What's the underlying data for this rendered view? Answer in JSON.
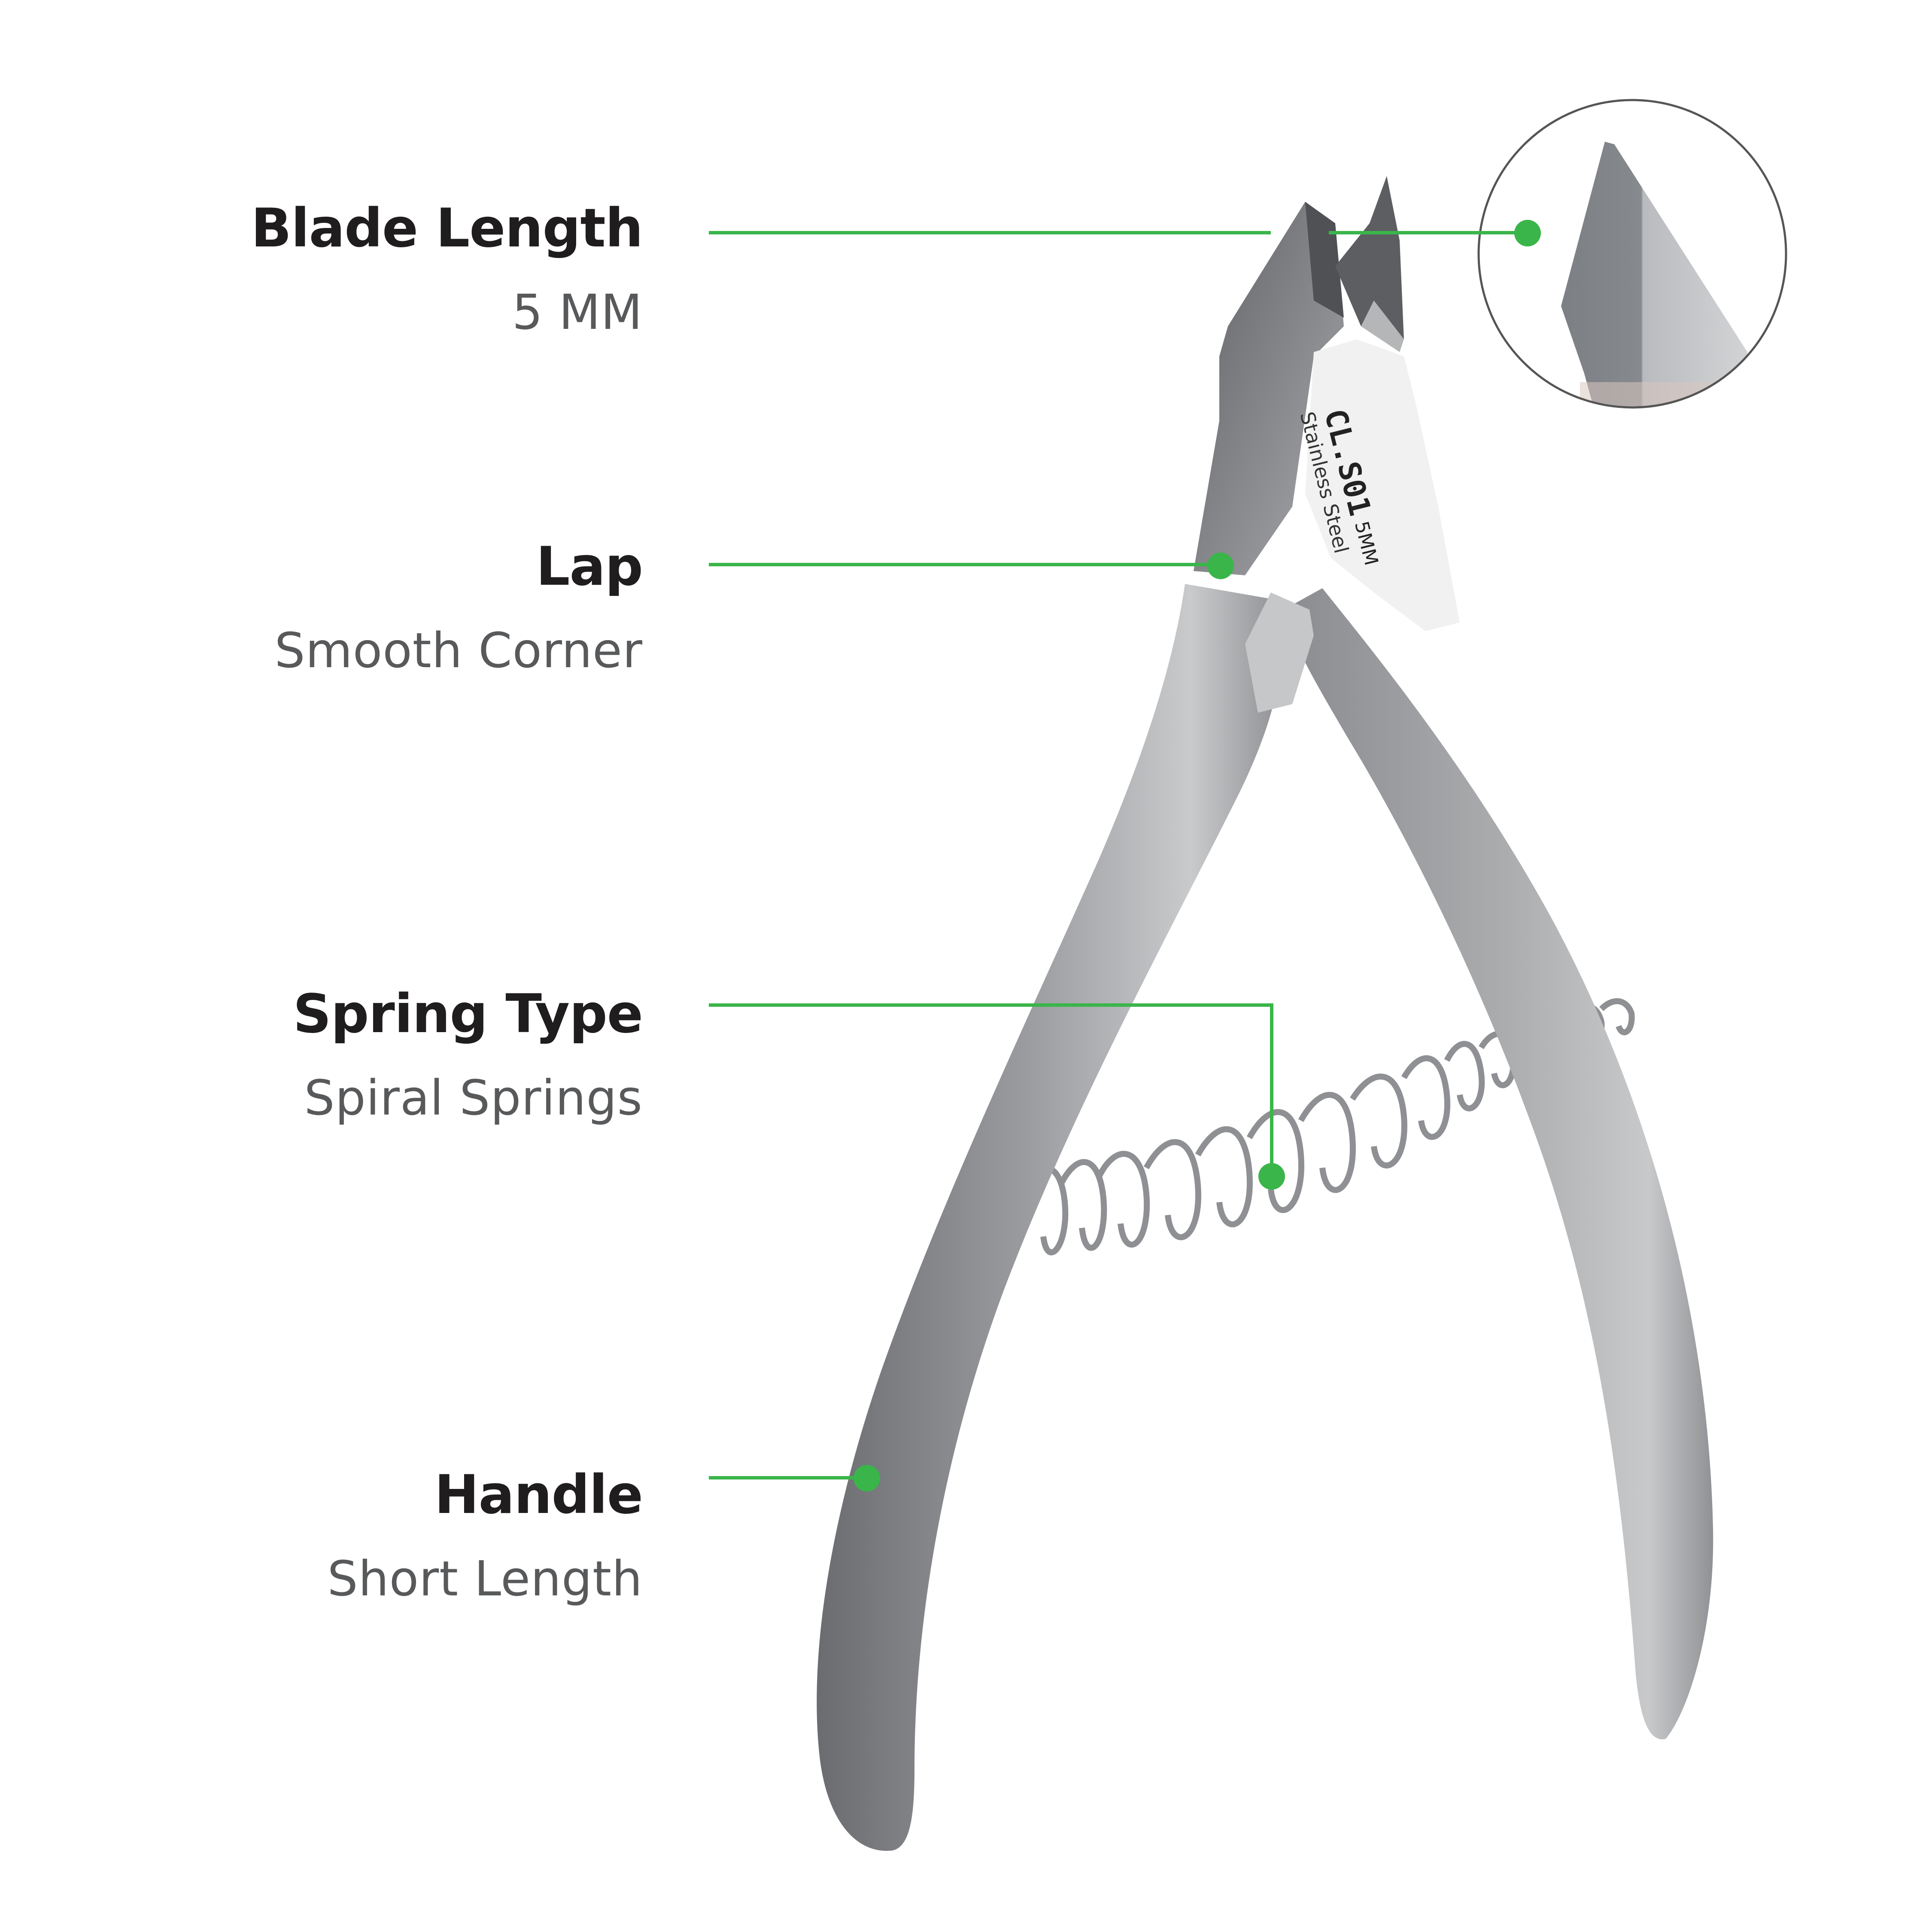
{
  "colors": {
    "accent": "#3ab54a",
    "title_text": "#1f1d1e",
    "subtitle_text": "#58595b",
    "inset_border": "#555555",
    "steel_dark": "#6f7174",
    "steel_mid": "#9a9c9f",
    "steel_light": "#d6d7d8",
    "background": "#ffffff"
  },
  "product": {
    "engraving_model": "CL.S01",
    "engraving_size": "5MM",
    "engraving_material": "Stainless Steel"
  },
  "callouts": [
    {
      "id": "blade-length",
      "title": "Blade Length",
      "subtitle": "5 MM"
    },
    {
      "id": "lap",
      "title": "Lap",
      "subtitle": "Smooth Corner"
    },
    {
      "id": "spring-type",
      "title": "Spring Type",
      "subtitle": "Spiral Springs"
    },
    {
      "id": "handle",
      "title": "Handle",
      "subtitle": "Short Length"
    }
  ],
  "inset": {
    "subject": "blade-tip-closeup"
  }
}
